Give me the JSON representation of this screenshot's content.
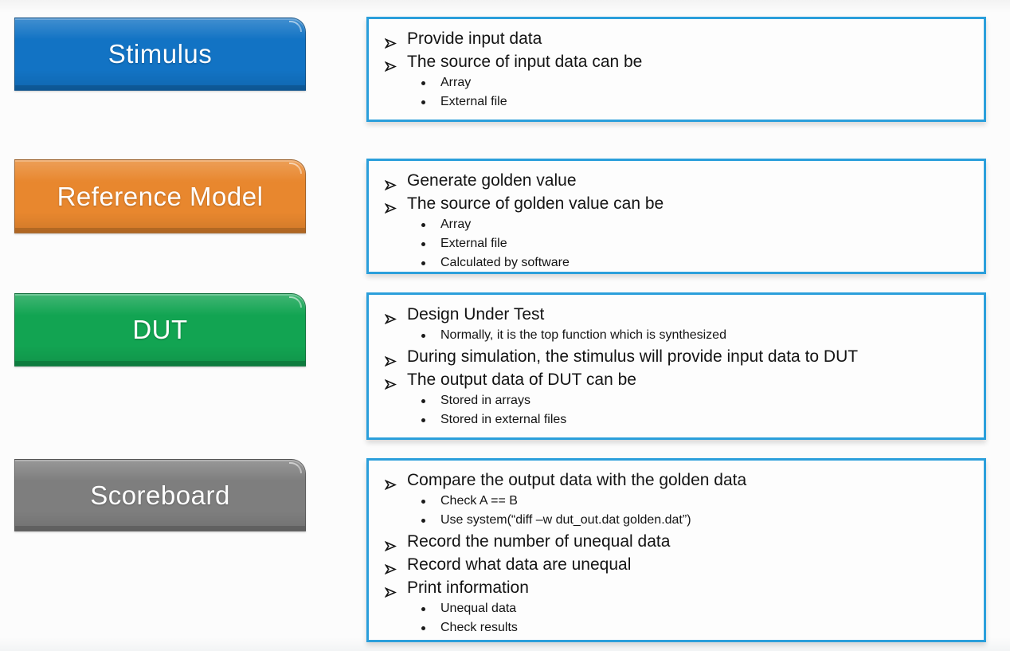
{
  "slide": {
    "background": "#fcfcfc",
    "panel_border_color": "#2b9fdb",
    "panel_background": "#fdfdfd",
    "text_color": "#141414",
    "label_text_color": "#ffffff",
    "bullet_icons": {
      "level1": "arrow-dart-bullet",
      "level2": "dot-bullet"
    }
  },
  "rows": [
    {
      "label": "Stimulus",
      "color": "#1273c4",
      "items": [
        {
          "level": 1,
          "text": "Provide input data"
        },
        {
          "level": 1,
          "text": "The source of input data can be"
        },
        {
          "level": 2,
          "text": "Array"
        },
        {
          "level": 2,
          "text": "External file"
        }
      ]
    },
    {
      "label": "Reference Model",
      "color": "#e8872e",
      "items": [
        {
          "level": 1,
          "text": "Generate golden value"
        },
        {
          "level": 1,
          "text": "The source of golden value can be"
        },
        {
          "level": 2,
          "text": "Array"
        },
        {
          "level": 2,
          "text": "External file"
        },
        {
          "level": 2,
          "text": "Calculated by software"
        }
      ]
    },
    {
      "label": "DUT",
      "color": "#12a452",
      "items": [
        {
          "level": 1,
          "text": "Design Under Test"
        },
        {
          "level": 2,
          "text": "Normally, it is the top function which is synthesized"
        },
        {
          "level": 1,
          "text": "During simulation, the stimulus will provide input data to DUT"
        },
        {
          "level": 1,
          "text": "The output data of DUT can be"
        },
        {
          "level": 2,
          "text": "Stored in arrays"
        },
        {
          "level": 2,
          "text": "Stored in external files"
        }
      ]
    },
    {
      "label": "Scoreboard",
      "color": "#7e7e7e",
      "items": [
        {
          "level": 1,
          "text": "Compare the output data with the golden data"
        },
        {
          "level": 2,
          "text": "Check A == B"
        },
        {
          "level": 2,
          "text": "Use system(“diff –w dut_out.dat golden.dat”)"
        },
        {
          "level": 1,
          "text": "Record the number of unequal data"
        },
        {
          "level": 1,
          "text": "Record what data are unequal"
        },
        {
          "level": 1,
          "text": "Print information"
        },
        {
          "level": 2,
          "text": "Unequal data"
        },
        {
          "level": 2,
          "text": "Check results"
        }
      ]
    }
  ]
}
